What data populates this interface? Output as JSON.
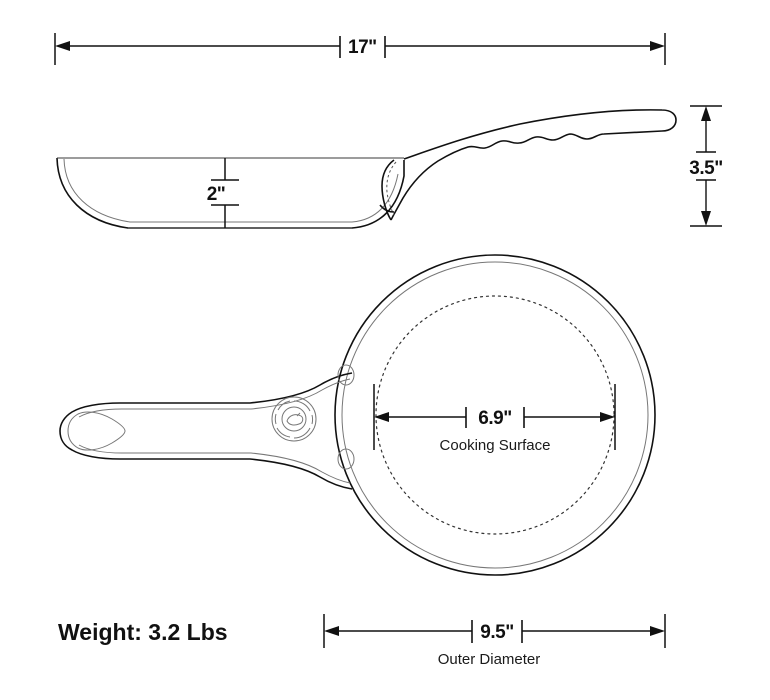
{
  "product": {
    "type": "frying-pan",
    "weight_label": "Weight: 3.2 Lbs"
  },
  "dimensions": {
    "overall_length": {
      "value": "17\"",
      "position": "top",
      "orientation": "horizontal"
    },
    "pan_depth": {
      "value": "2\"",
      "position": "side-view-interior",
      "orientation": "vertical"
    },
    "handle_height": {
      "value": "3.5\"",
      "position": "right",
      "orientation": "vertical"
    },
    "cooking_surface": {
      "value": "6.9\"",
      "label": "Cooking Surface",
      "position": "top-view-center",
      "orientation": "horizontal"
    },
    "outer_diameter": {
      "value": "9.5\"",
      "label": "Outer Diameter",
      "position": "bottom",
      "orientation": "horizontal"
    }
  },
  "views": {
    "side": {
      "name": "side-elevation-view"
    },
    "top": {
      "name": "top-plan-view"
    }
  },
  "colors": {
    "line": "#111111",
    "background": "#ffffff",
    "thin_line": "#3a3a3a",
    "dotted_line": "#333333"
  }
}
